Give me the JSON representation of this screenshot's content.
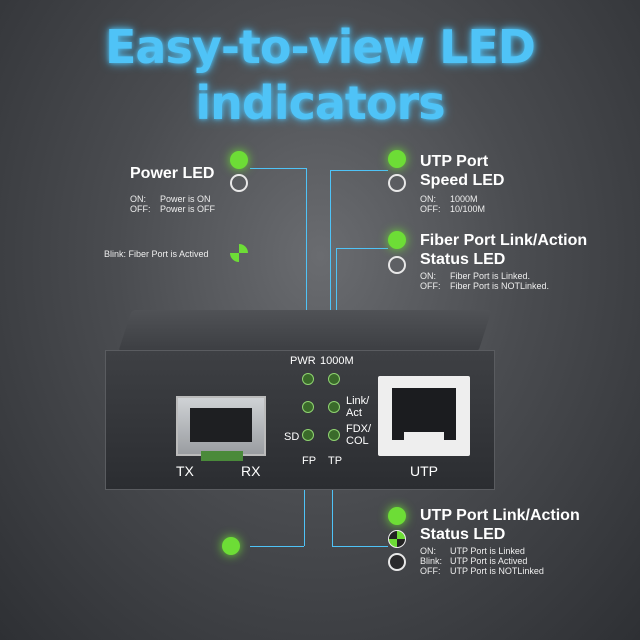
{
  "headline": {
    "line1": "Easy-to-view LED",
    "line2": "indicators"
  },
  "power_led": {
    "title": "Power LED",
    "on_key": "ON:",
    "on_val": "Power is ON",
    "off_key": "OFF:",
    "off_val": "Power is OFF"
  },
  "fiber_blink": "Blink: Fiber Port is Actived",
  "utp_speed": {
    "title_l1": "UTP Port",
    "title_l2": "Speed LED",
    "on_key": "ON:",
    "on_val": "1000M",
    "off_key": "OFF:",
    "off_val": "10/100M"
  },
  "fiber_link": {
    "title_l1": "Fiber Port Link/Action",
    "title_l2": "Status LED",
    "on_key": "ON:",
    "on_val": "Fiber Port is Linked.",
    "off_key": "OFF:",
    "off_val": "Fiber Port is NOTLinked."
  },
  "utp_link": {
    "title_l1": "UTP Port Link/Action",
    "title_l2": "Status LED",
    "on_key": "ON:",
    "on_val": "UTP Port is Linked",
    "blink_key": "Blink:",
    "blink_val": "UTP Port is Actived",
    "off_key": "OFF:",
    "off_val": "UTP Port is NOTLinked"
  },
  "device": {
    "pwr": "PWR",
    "speed": "1000M",
    "link": "Link/",
    "act": "Act",
    "fdx": "FDX/",
    "col": "COL",
    "sd": "SD",
    "fp": "FP",
    "tp": "TP",
    "tx": "TX",
    "rx": "RX",
    "utp": "UTP"
  },
  "colors": {
    "accent": "#4fc3f7",
    "led_green": "#6ddd36"
  }
}
